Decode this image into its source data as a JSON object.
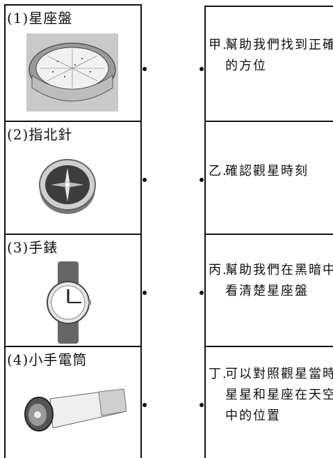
{
  "left_items": [
    {
      "label": "(1)星座盤",
      "icon": "planisphere-icon"
    },
    {
      "label": "(2)指北針",
      "icon": "compass-icon"
    },
    {
      "label": "(3)手錶",
      "icon": "watch-icon"
    },
    {
      "label": "(4)小手電筒",
      "icon": "flashlight-icon"
    }
  ],
  "right_items": [
    {
      "mark": "甲.",
      "text": "幫助我們找到正確的方位"
    },
    {
      "mark": "乙.",
      "text": "確認觀星時刻"
    },
    {
      "mark": "丙.",
      "text": "幫助我們在黑暗中看清楚星座盤"
    },
    {
      "mark": "丁.",
      "text": "可以對照觀星當時星星和星座在天空中的位置"
    }
  ]
}
